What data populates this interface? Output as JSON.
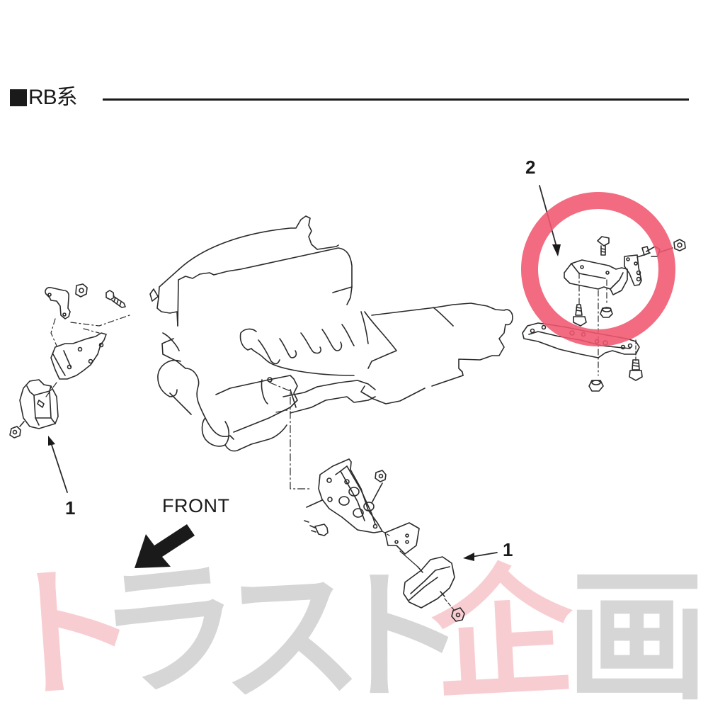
{
  "header": {
    "title": "RB系",
    "marker": "square-bullet"
  },
  "callouts": {
    "part_2_label": "2",
    "part_1_left_label": "1",
    "part_1_right_label": "1"
  },
  "orientation": {
    "front_label": "FRONT",
    "arrow_direction": "down-left"
  },
  "highlight": {
    "shape": "ring",
    "color": "#f0566f",
    "target": "part_2"
  },
  "watermark": {
    "chars": [
      "ト",
      "ラ",
      "ス",
      "ト",
      "企",
      "画"
    ],
    "colors": [
      "#f7c8cc",
      "#d4d4d4",
      "#d4d4d4",
      "#d4d4d4",
      "#f7c8cc",
      "#d4d4d4"
    ]
  },
  "colors": {
    "line": "#2a2a2a",
    "text": "#1a1a1a",
    "background": "#ffffff"
  }
}
